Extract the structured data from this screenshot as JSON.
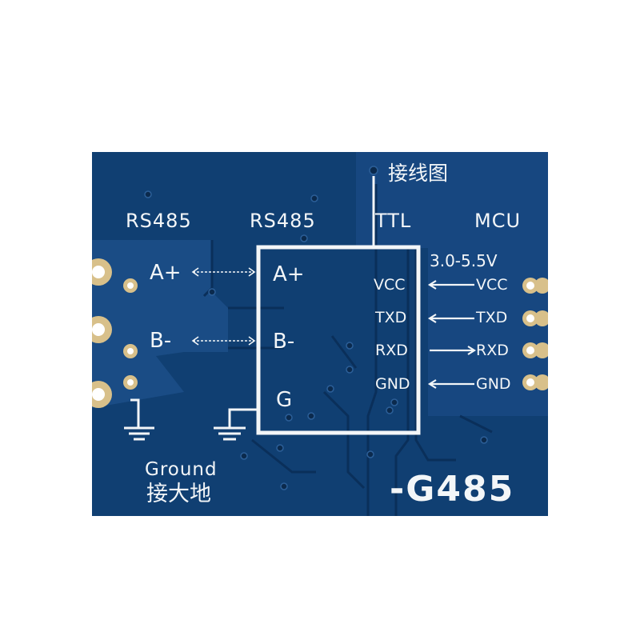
{
  "board": {
    "diagram_title": "接线图",
    "left_header": "RS485",
    "center_header": "RS485",
    "ttl_header": "TTL",
    "mcu_header": "MCU",
    "voltage": "3.0-5.5V",
    "model": "-G485",
    "ground_en": "Ground",
    "ground_cn": "接大地",
    "left_pins": [
      "A+",
      "B-"
    ],
    "module_pins": [
      "A+",
      "B-",
      "G"
    ],
    "ttl_pins": [
      "VCC",
      "TXD",
      "RXD",
      "GND"
    ],
    "mcu_pins": [
      "VCC",
      "TXD",
      "RXD",
      "GND"
    ]
  },
  "colors": {
    "pcb": "#103f72",
    "silkscreen": "#f3f6f8",
    "pad": "#d8c08a"
  }
}
